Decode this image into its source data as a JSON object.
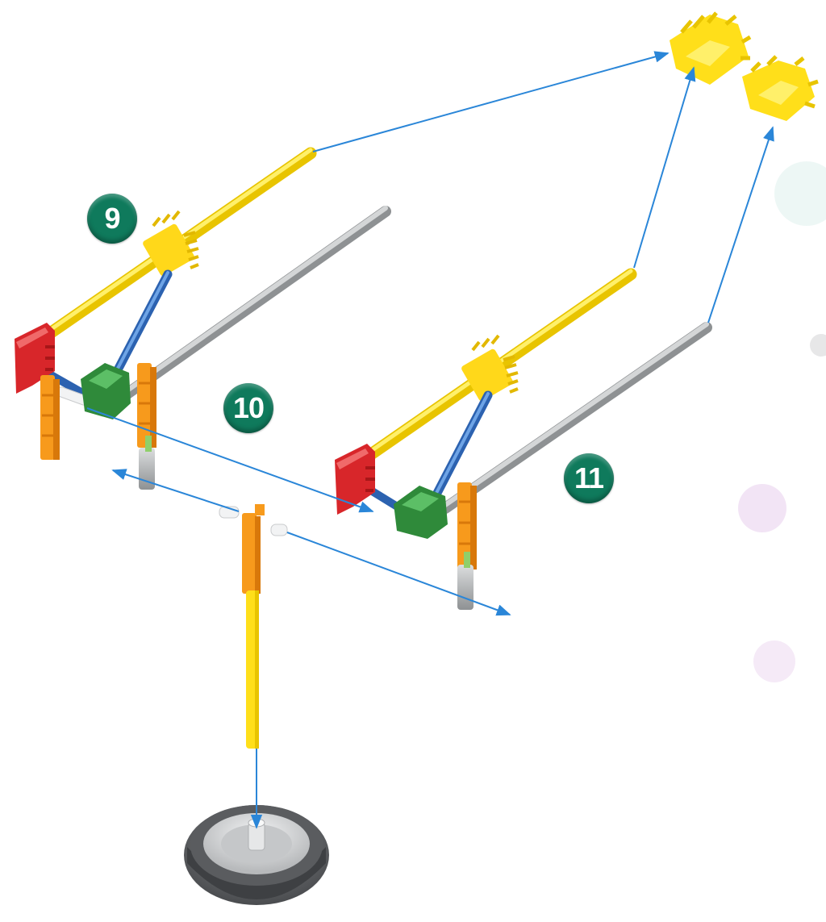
{
  "steps": [
    {
      "id": "step-9",
      "label": "9"
    },
    {
      "id": "step-10",
      "label": "10"
    },
    {
      "id": "step-11",
      "label": "11"
    }
  ],
  "colors": {
    "badge": "#0f7a5c",
    "arrow": "#2a86d8",
    "yellow_rod": "#ffdf1a",
    "yellow_connector": "#ffe01c",
    "grey_rod": "#b4b6b8",
    "red_connector": "#d8262a",
    "green_connector": "#2f8a3a",
    "blue_rod": "#3a78c8",
    "orange_connector": "#f79a1c",
    "tire": "#6e7073",
    "hub": "#d8dadc"
  },
  "parts": [
    "yellow-rod",
    "grey-rod",
    "blue-rod",
    "red-connector",
    "green-connector",
    "orange-connector",
    "yellow-connector",
    "white-connector",
    "grey-connector",
    "wheel-tire",
    "wheel-hub"
  ]
}
